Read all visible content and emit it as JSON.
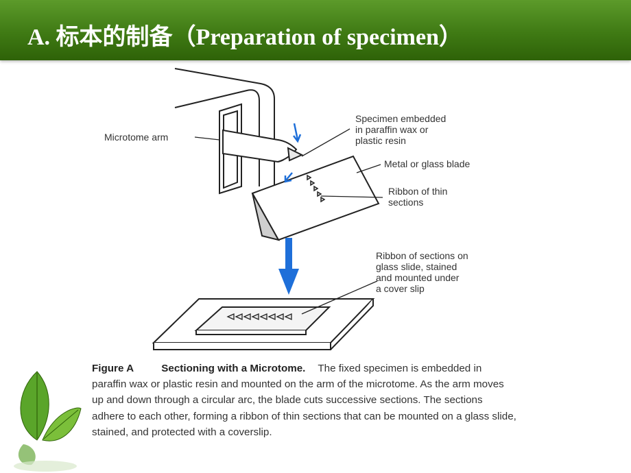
{
  "slide": {
    "title": "A. 标本的制备（Preparation of specimen）"
  },
  "colors": {
    "title_bar": "#3f7a14",
    "arrow_blue": "#1e6fd9",
    "leaf_green": "#4e9a1e"
  },
  "figure": {
    "labels": {
      "microtome_arm": "Microtome arm",
      "specimen_line1": "Specimen embedded",
      "specimen_line2": "in paraffin wax or",
      "specimen_line3": "plastic resin",
      "blade": "Metal or glass blade",
      "ribbon_line1": "Ribbon of thin",
      "ribbon_line2": "sections",
      "slide_line1": "Ribbon of sections on",
      "slide_line2": "glass slide, stained",
      "slide_line3": "and mounted under",
      "slide_line4": "a cover slip"
    },
    "caption": {
      "number": "Figure A",
      "title": "Sectioning with a Microtome.",
      "text": "The fixed specimen is embedded in paraffin wax or plastic resin and mounted on the arm of the microtome. As the arm moves up and down through a circular arc, the blade cuts successive sections. The sections adhere to each other, forming a ribbon of thin sections that can be mounted on a glass slide, stained, and protected with a coverslip."
    }
  },
  "decoration": {
    "icon": "leaf-icon"
  }
}
